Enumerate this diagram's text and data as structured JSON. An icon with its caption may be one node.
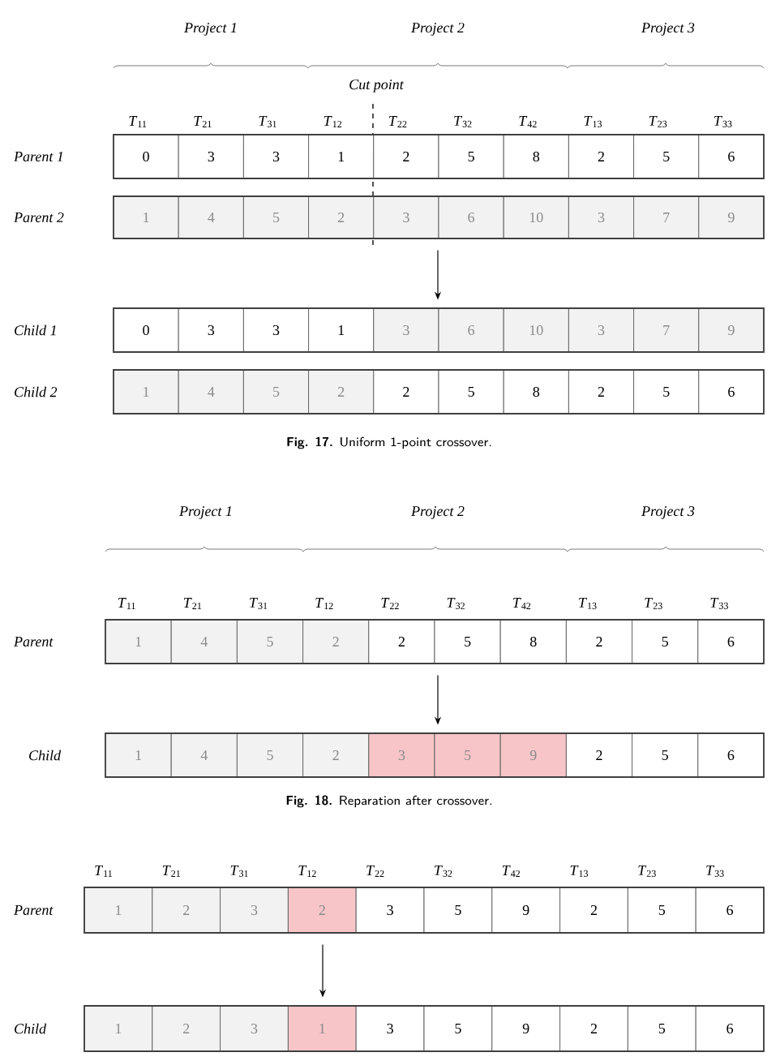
{
  "diagram": {
    "nodes": [
      {
        "text": [
          "0",
          "3",
          "3",
          "1",
          "2",
          "5",
          "8",
          "2",
          "5",
          "6"
        ],
        "beside": [
          "*Parent* 1"
        ]
      },
      {
        "text": [
          "1",
          "4",
          "5",
          "2",
          "3",
          "6",
          "10",
          "3",
          "7",
          "9"
        ],
        "beside": [
          "*Parent* 2"
        ]
      },
      {
        "text": [
          "0",
          "3",
          "3",
          "1",
          "3",
          "6",
          "10",
          "3",
          "7",
          "9"
        ],
        "beside": [
          "*Child* 1"
        ]
      },
      {
        "text": [
          "1",
          "4",
          "5",
          "2",
          "2",
          "5",
          "8",
          "2",
          "5",
          "6"
        ],
        "beside": [
          "*Child* 2"
        ]
      },
      {
        "text": [
          "1",
          "4",
          "5",
          "2",
          "2",
          "5",
          "8",
          "2",
          "5",
          "6"
        ],
        "beside": [
          "Parent"
        ]
      },
      {
        "text": [
          "1",
          "4",
          "5",
          "2",
          "3",
          "5",
          "9",
          "2",
          "5",
          "6"
        ],
        "beside": [
          "Child"
        ]
      },
      {
        "text": [
          "1",
          "2",
          "3",
          "2",
          "3",
          "5",
          "9",
          "2",
          "5",
          "6"
        ],
        "beside": [
          "Parent"
        ]
      },
      {
        "text": [
          "1",
          "2",
          "3",
          "1",
          "3",
          "5",
          "9",
          "2",
          "5",
          "6"
        ],
        "beside": [
          "Child"
        ]
      }
    ],
    "edges": [
      {
        "from": 1,
        "to": 2,
        "arrow": "to"
      },
      {
        "from": 4,
        "to": 5,
        "arrow": "to"
      },
      {
        "from": 6,
        "to": 7,
        "arrow": "to"
      }
    ],
    "labels": [
      "*Project* 1",
      "*Project* 2",
      "*Project* 3",
      "Cut point",
      "*T*$_{11}$",
      "*T*$_{21}$",
      "*T*$_{31}$",
      "*T*$_{12}$",
      "*T*$_{22}$",
      "*T*$_{32}$",
      "*T*$_{42}$",
      "*T*$_{13}$",
      "*T*$_{23}$",
      "*T*$_{33}$",
      "**Fig. 17.** Uniform 1-point crossover.",
      "*Project* 1",
      "*Project* 2",
      "*Project* 3",
      "*T*$_{11}$",
      "*T*$_{21}$",
      "*T*$_{31}$",
      "*T*$_{12}$",
      "*T*$_{22}$",
      "*T*$_{32}$",
      "*T*$_{42}$",
      "*T*$_{13}$",
      "*T*$_{23}$",
      "*T*$_{33}$",
      "**Fig. 18.** Reparation after crossover.",
      "*T*$_{11}$",
      "*T*$_{21}$",
      "*T*$_{31}$",
      "*T*$_{12}$",
      "*T*$_{22}$",
      "*T*$_{32}$",
      "*T*$_{42}$",
      "*T*$_{13}$",
      "*T*$_{23}$",
      "*T*$_{33}$"
    ]
  }
}
